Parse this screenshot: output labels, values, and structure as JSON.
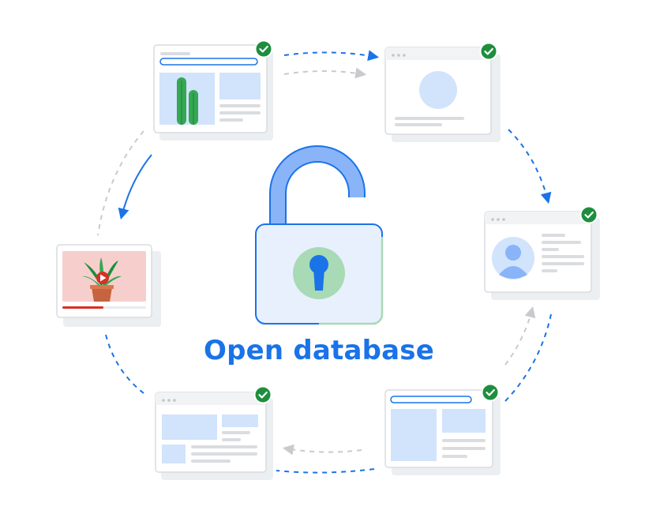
{
  "title": "Open database",
  "colors": {
    "accent_blue": "#1a73e8",
    "light_blue": "#d2e3fc",
    "pale_blue": "#e8f0fe",
    "gray_line": "#dadce0",
    "card_shadow": "#eceff1",
    "check_green": "#1e8e3e",
    "lock_green": "#a8dab5",
    "video_pink": "#f6cfcd",
    "video_red": "#d93025",
    "cactus_green": "#34a853",
    "pot_brown": "#c5643f"
  },
  "icons": {
    "lock": "unlocked-padlock-icon",
    "keyhole": "keyhole-icon",
    "check": "check-icon",
    "avatar": "person-avatar-icon",
    "play": "play-icon",
    "plant": "potted-plant-icon",
    "cactus": "cactus-icon"
  },
  "pages": [
    {
      "name": "cactus-product-page",
      "verified": true
    },
    {
      "name": "circle-image-page",
      "verified": true
    },
    {
      "name": "profile-page",
      "verified": true
    },
    {
      "name": "image-grid-page",
      "verified": true
    },
    {
      "name": "article-layout-page",
      "verified": true
    },
    {
      "name": "video-page",
      "verified": false
    }
  ]
}
